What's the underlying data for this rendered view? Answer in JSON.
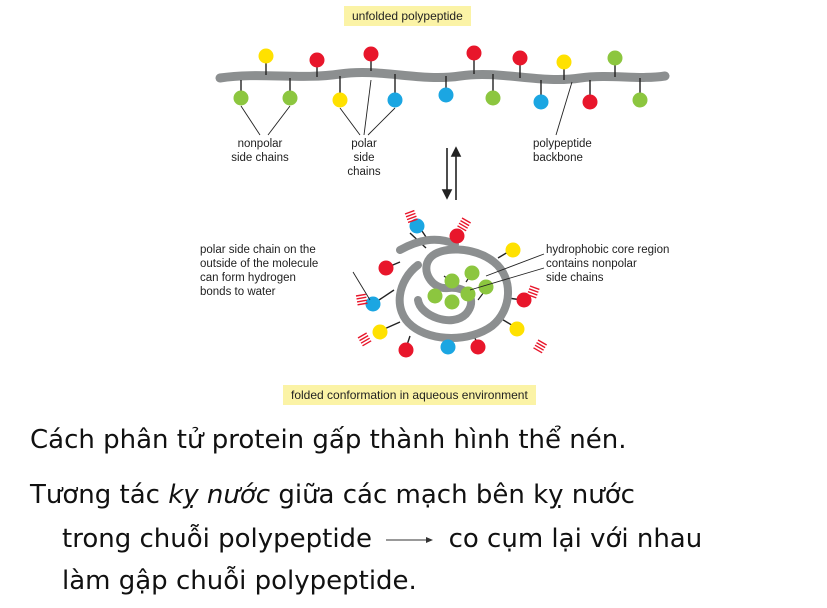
{
  "labels": {
    "unfolded": "unfolded polypeptide",
    "nonpolar": "nonpolar\nside chains",
    "polar": "polar\nside\nchains",
    "backbone": "polypeptide\nbackbone",
    "polar_outside": "polar side chain on the\noutside of the molecule\ncan form hydrogen\nbonds to water",
    "hydrophobic": "hydrophobic core region\ncontains nonpolar\nside chains",
    "folded": "folded conformation in aqueous environment"
  },
  "text": {
    "line1": "Cách phân tử protein gấp thành hình thể nén.",
    "line2_a": "Tương tác ",
    "line2_em": "kỵ nước",
    "line2_b": " giữa các mạch bên kỵ nước",
    "line3_a": "trong chuỗi polypeptide",
    "line3_b": "co cụm lại với nhau",
    "line4": "làm gập chuỗi polypeptide."
  },
  "colors": {
    "nonpolar": "#8cc63f",
    "polar_red": "#e8162b",
    "polar_yellow": "#ffe100",
    "polar_blue": "#1ba6e2",
    "backbone": "#8c8f90",
    "label_bg": "#fbf3a6",
    "water": "#e8162b"
  }
}
